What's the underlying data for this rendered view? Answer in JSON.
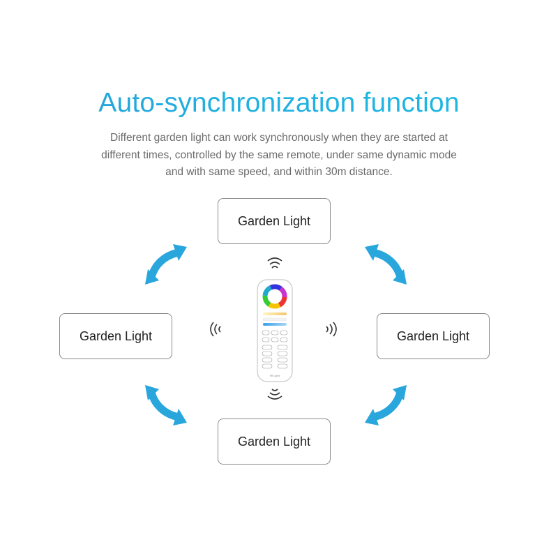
{
  "header": {
    "title": "Auto-synchronization function",
    "description_lines": [
      "Different garden light can work synchronously when they are started at",
      "different times, controlled by the same remote, under same dynamic mode",
      "and with same speed, and within 30m distance."
    ]
  },
  "lights": {
    "top": "Garden Light",
    "left": "Garden Light",
    "right": "Garden Light",
    "bottom": "Garden Light"
  },
  "remote": {
    "brand": "Mi·Light",
    "icon": "remote-control-icon"
  },
  "colors": {
    "title": "#21a9df",
    "arrow": "#29a7dd",
    "text": "#6b6b6b",
    "border": "#8a8a8a"
  }
}
